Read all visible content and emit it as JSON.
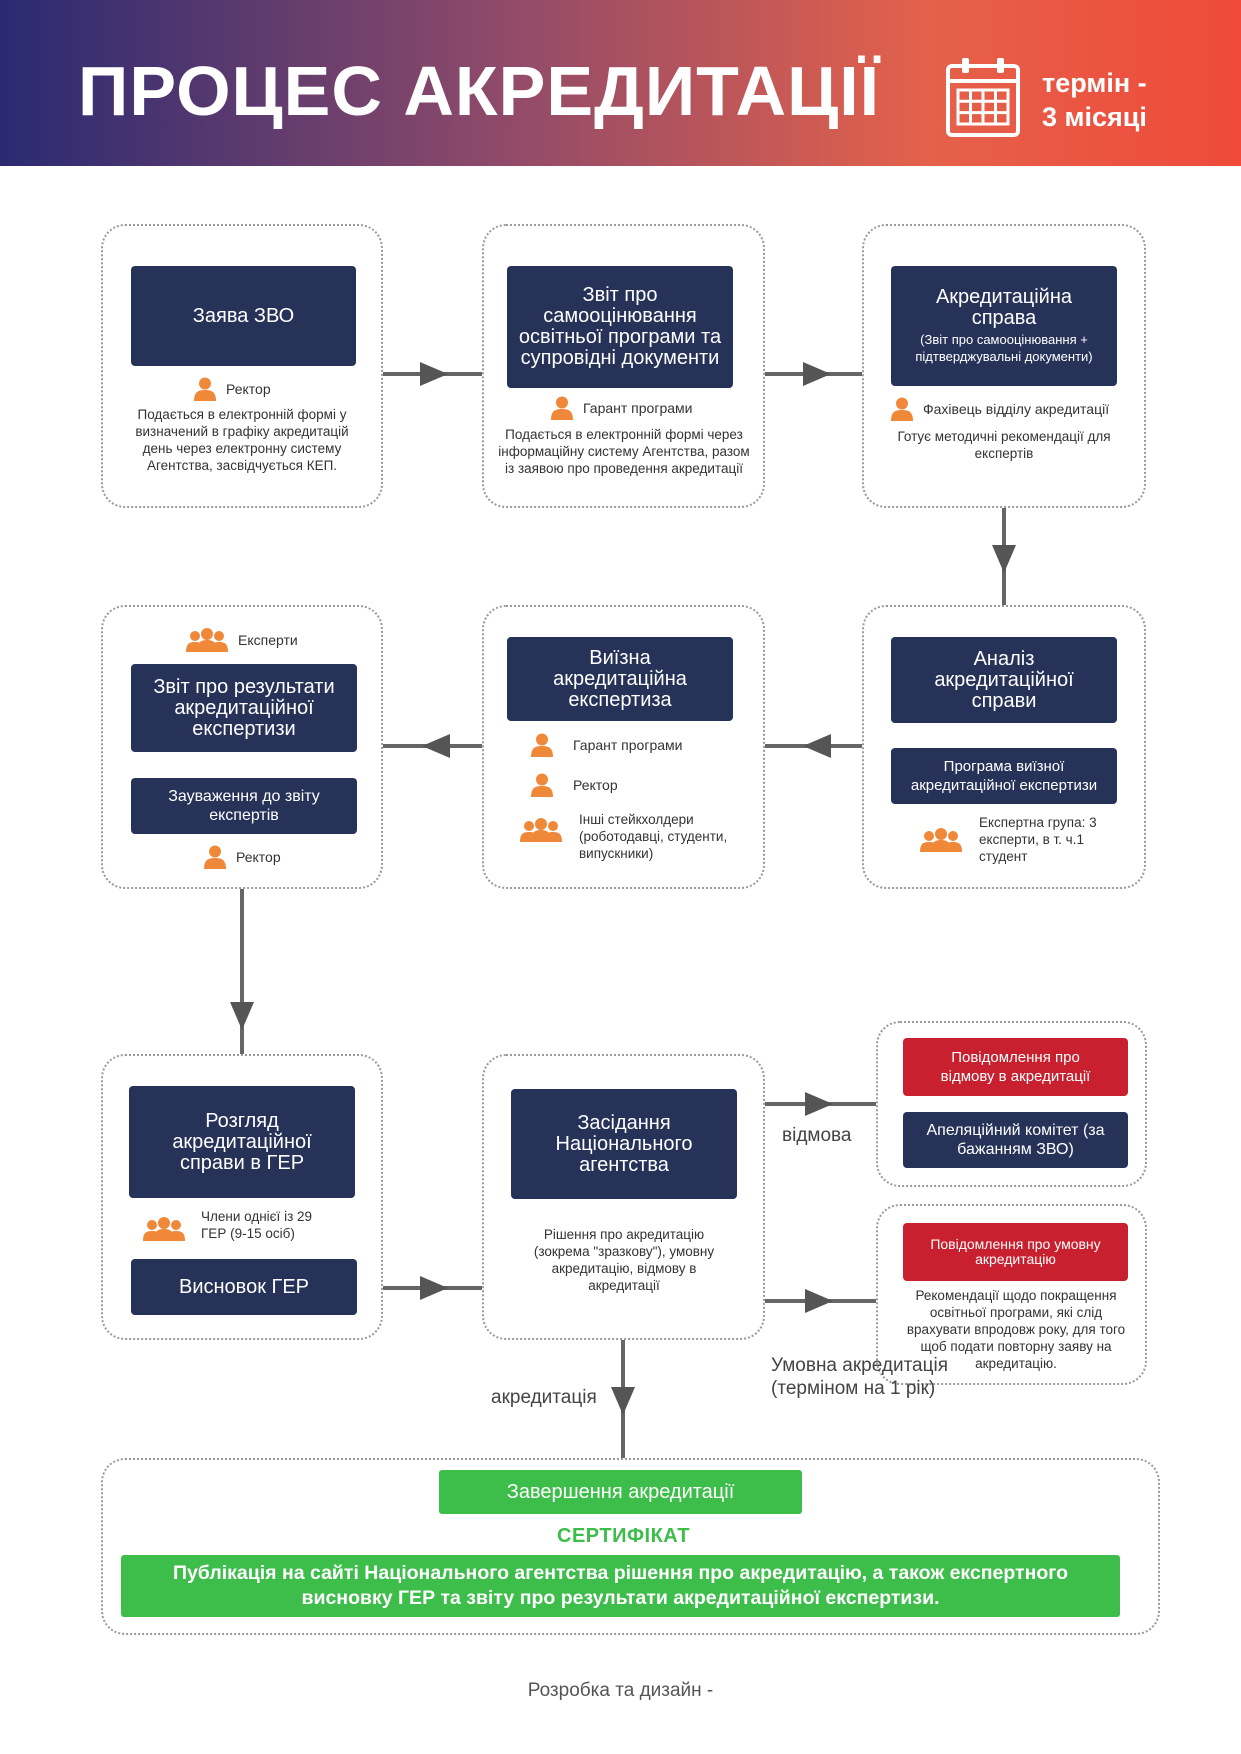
{
  "header": {
    "title": "ПРОЦЕС АКРЕДИТАЦІЇ",
    "term_line1": "термін -",
    "term_line2": "3 місяці",
    "calendar_icon": "calendar-icon"
  },
  "colors": {
    "navy": "#263258",
    "red": "#c8202e",
    "green": "#3dbd4a",
    "orange_icon": "#f0883a",
    "header_gradient": [
      "#2a2a72",
      "#ef4a3a"
    ]
  },
  "step1": {
    "title": "Заява ЗВО",
    "role": "Ректор",
    "desc": "Подається в електронній формі у визначений в графіку акредитацій день через електронну систему Агентства, засвідчується КЕП."
  },
  "step2": {
    "title": "Звіт про самооцінювання освітньої програми та супровідні документи",
    "role": "Гарант програми",
    "desc": "Подається в електронній формі через інформаційну систему Агентства, разом із заявою про проведення акредитації"
  },
  "step3": {
    "title": "Акредитаційна справа",
    "subtitle": "(Звіт про самооцінювання + підтверджувальні документи)",
    "role": "Фахівець відділу акредитації",
    "desc": "Готує методичні рекомендації для експертів"
  },
  "step4": {
    "title": "Аналіз акредитаційної справи",
    "sub_box": "Програма виїзної акредитаційної експертизи",
    "group_desc": "Експертна група: 3 експерти, в т. ч.1 студент"
  },
  "step5": {
    "title": "Виїзна акредитаційна експертиза",
    "role1": "Гарант програми",
    "role2": "Ректор",
    "group_desc": "Інші стейкхолдери (роботодавці, студенти, випускники)"
  },
  "step6": {
    "group": "Експерти",
    "title": "Звіт про результати акредитаційної експертизи",
    "sub_box": "Зауваження до звіту експертів",
    "role": "Ректор"
  },
  "step7": {
    "title": "Розгляд акредитаційної справи в ГЕР",
    "group_desc": "Члени однієї із 29 ГЕР (9-15 осіб)",
    "sub_box": "Висновок ГЕР"
  },
  "step8": {
    "title": "Засідання Національного агентства",
    "desc": "Рішення про акредитацію (зокрема \"зразкову\"), умовну акредитацію, відмову в акредитації"
  },
  "refusal": {
    "box1": "Повідомлення про відмову в акредитації",
    "box2": "Апеляційний комітет (за бажанням ЗВО)"
  },
  "conditional": {
    "box": "Повідомлення про умовну акредитацію",
    "desc": "Рекомендації щодо покращення освітньої програми, які слід врахувати впродовж року, для того щоб подати повторну заяву на акредитацію."
  },
  "edges": {
    "refusal": "відмова",
    "accreditation": "акредитація",
    "conditional": "Умовна акредитація (терміном на 1 рік)"
  },
  "final": {
    "completion": "Завершення акредитації",
    "certificate": "СЕРТИФІКАТ",
    "publication": "Публікація на сайті Національного агентства рішення про акредитацію, а також експертного висновку ГЕР та звіту про результати акредитаційної експертизи."
  },
  "footer": "Розробка та дизайн -"
}
